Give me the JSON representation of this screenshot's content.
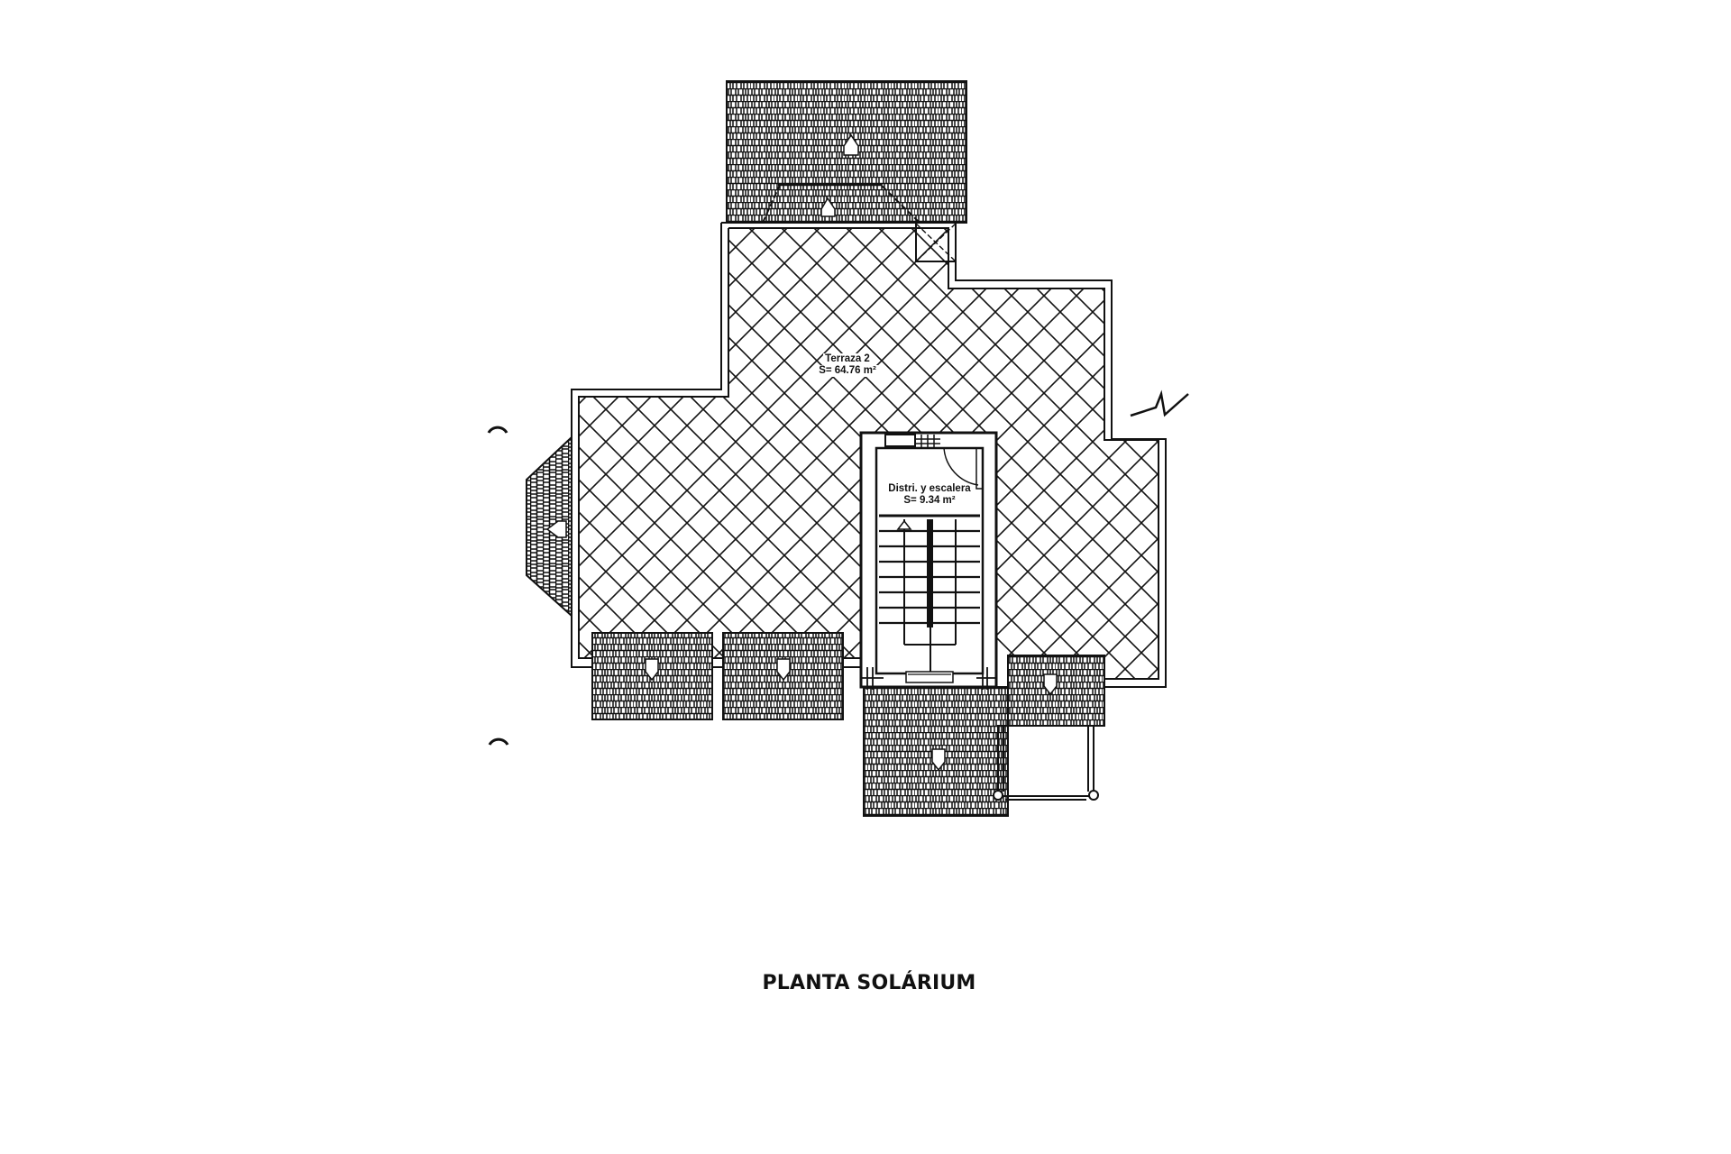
{
  "drawing": {
    "title": "PLANTA SOLÁRIUM",
    "rooms": [
      {
        "name": "Terraza 2",
        "area": "S= 64.76 m²"
      },
      {
        "name": "Distri. y escalera",
        "area": "S= 9.34 m²"
      }
    ],
    "symbols": {
      "roof_slope_arrows": "arrow-icon",
      "north_marks": "arc-icon",
      "break_line": "break-line-icon"
    },
    "colors": {
      "ink": "#111111",
      "paper": "#ffffff"
    }
  }
}
